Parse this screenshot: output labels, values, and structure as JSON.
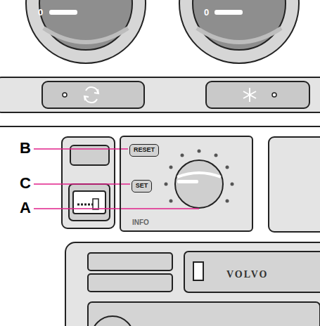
{
  "diagram": {
    "nodes": [
      {
        "text": [
          "INFO"
        ]
      },
      {
        "text": [
          "RESET"
        ],
        "in": 0
      },
      {
        "text": [
          "SET"
        ],
        "in": 0
      }
    ],
    "labels": [
      "0",
      "0",
      "B",
      "C",
      "A",
      "VOLVO"
    ]
  }
}
